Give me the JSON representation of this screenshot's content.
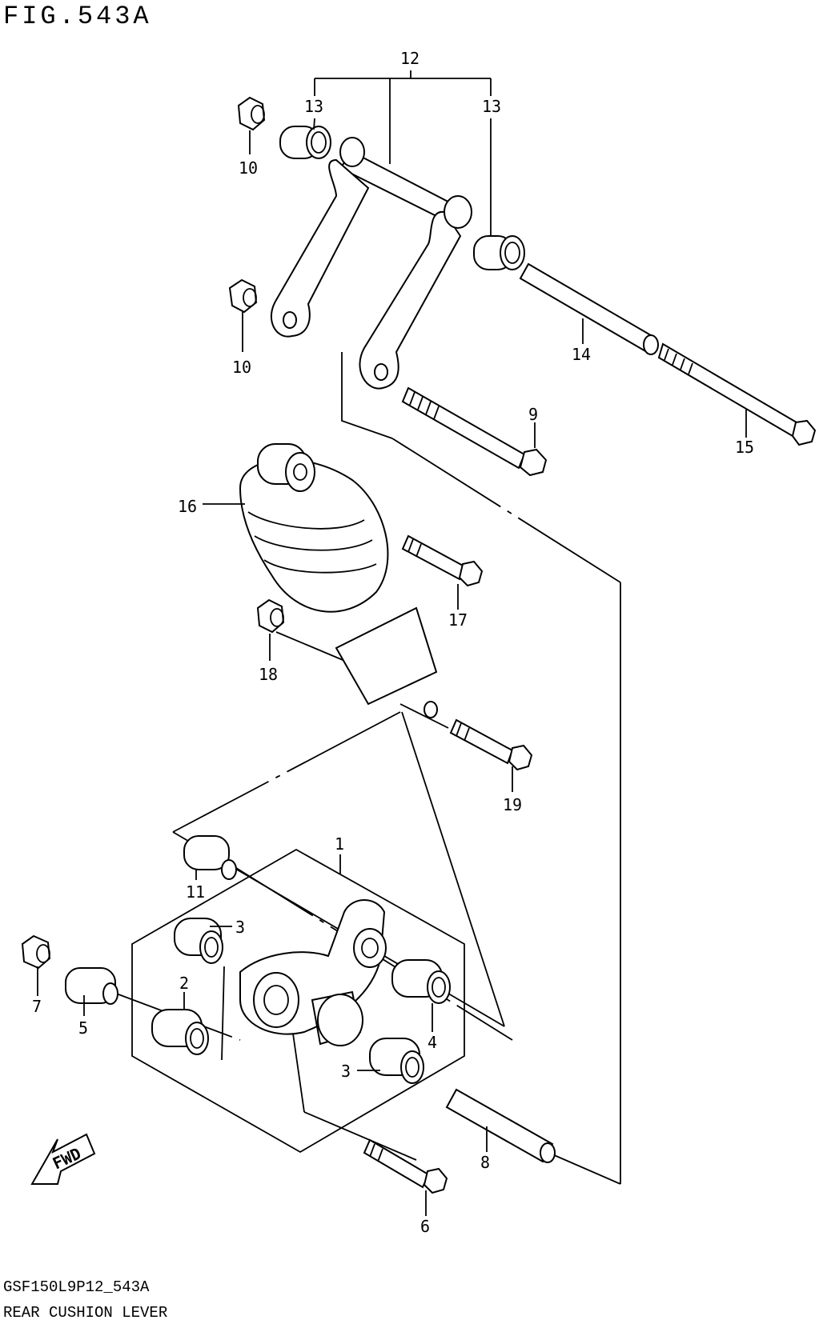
{
  "figure": {
    "title": "FIG.543A",
    "code": "GSF150L9P12_543A",
    "name": "REAR CUSHION LEVER"
  },
  "fwd_label": "FWD",
  "callouts": [
    {
      "id": "c1",
      "label": "1"
    },
    {
      "id": "c2",
      "label": "2"
    },
    {
      "id": "c3a",
      "label": "3"
    },
    {
      "id": "c3b",
      "label": "3"
    },
    {
      "id": "c4",
      "label": "4"
    },
    {
      "id": "c5",
      "label": "5"
    },
    {
      "id": "c6",
      "label": "6"
    },
    {
      "id": "c7",
      "label": "7"
    },
    {
      "id": "c8",
      "label": "8"
    },
    {
      "id": "c9",
      "label": "9"
    },
    {
      "id": "c10a",
      "label": "10"
    },
    {
      "id": "c10b",
      "label": "10"
    },
    {
      "id": "c11",
      "label": "11"
    },
    {
      "id": "c12",
      "label": "12"
    },
    {
      "id": "c13a",
      "label": "13"
    },
    {
      "id": "c13b",
      "label": "13"
    },
    {
      "id": "c14",
      "label": "14"
    },
    {
      "id": "c15",
      "label": "15"
    },
    {
      "id": "c16",
      "label": "16"
    },
    {
      "id": "c17",
      "label": "17"
    },
    {
      "id": "c18",
      "label": "18"
    },
    {
      "id": "c19",
      "label": "19"
    }
  ]
}
